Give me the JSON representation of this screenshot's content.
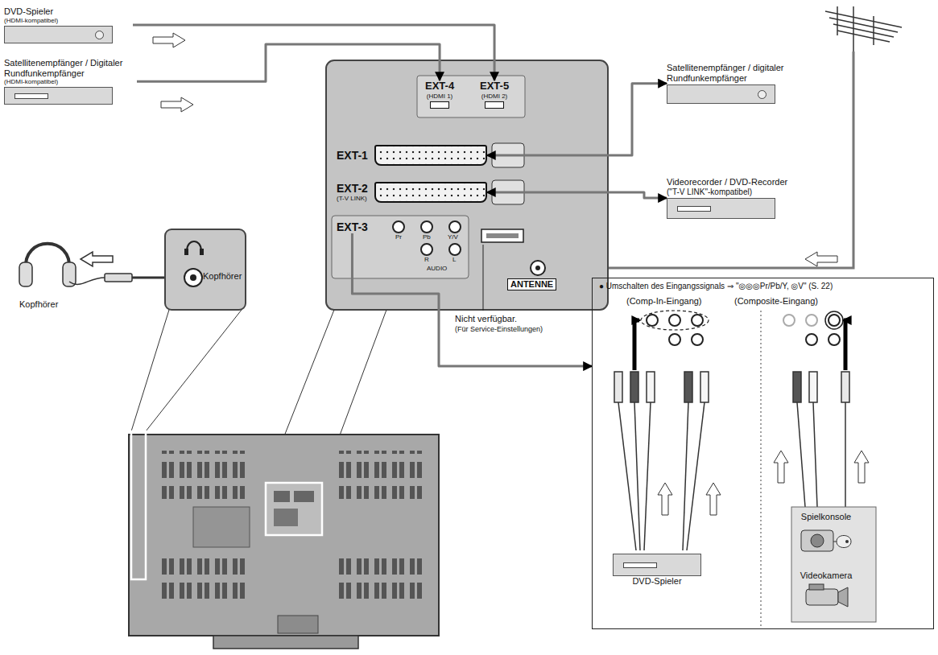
{
  "diagram": {
    "nodes": [
      {
        "text": [
          "DVD-Spieler",
          "(HDMI-kompatibel)"
        ]
      },
      {
        "text": [
          "Satellitenempfänger / Digitaler Rundfunkempfänger",
          "(HDMI-kompatibel)"
        ]
      },
      {
        "text": [
          "EXT-4",
          "(HDMI 1)"
        ]
      },
      {
        "text": [
          "EXT-5",
          "(HDMI 2)"
        ]
      },
      {
        "text": [
          "Satellitenempfänger / digitaler Rundfunkempfänger"
        ]
      },
      {
        "text": [
          "EXT-1"
        ]
      },
      {
        "text": [
          "EXT-2",
          "(T-V LINK)"
        ]
      },
      {
        "text": [
          "Videorecorder / DVD-Recorder",
          "(\"T-V LINK\"-kompatibel)"
        ]
      },
      {
        "text": [
          "EXT-3"
        ]
      },
      {
        "text": [
          "● Umschalten des Eingangssignals ⇒ \"◎◎◎Pr/Pb/Y, ◎V\" (S. 22)"
        ]
      },
      {
        "text": [
          "DVD-Spieler"
        ],
        "in": 9
      },
      {
        "text": [
          "Spielkonsole"
        ],
        "in": 9
      },
      {
        "text": [
          "Videokamera"
        ],
        "in": 9
      }
    ],
    "edges": [
      {
        "from": 0,
        "to": 3,
        "arrow": "to"
      },
      {
        "from": 1,
        "to": 2,
        "arrow": "to"
      },
      {
        "from": 5,
        "to": 4,
        "arrow": "both"
      },
      {
        "from": 6,
        "to": 7,
        "arrow": "both"
      },
      {
        "from": 8,
        "to": 9,
        "arrow": "to"
      }
    ],
    "labels": [
      "Kopfhörer",
      "Kopfhörer",
      "Pr",
      "Pb",
      "Y/V",
      "R",
      "L",
      "AUDIO",
      "ANTENNE",
      "Nicht verfügbar.",
      "(Für Service-Einstellungen)",
      "(Comp-In-Eingang)",
      "(Composite-Eingang)"
    ]
  }
}
